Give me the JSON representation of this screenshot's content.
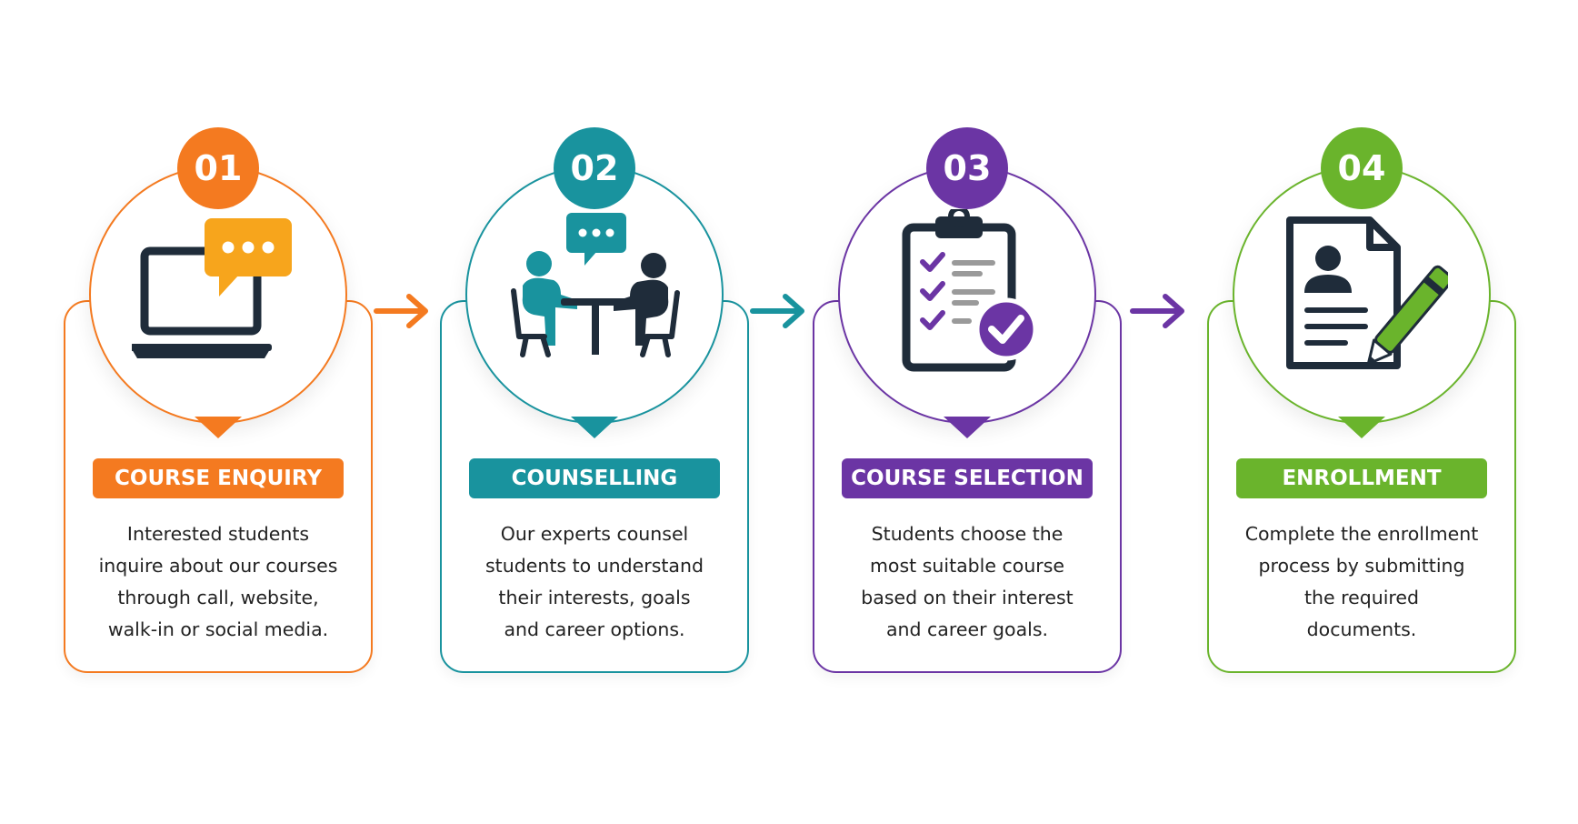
{
  "colors": {
    "step1": "#f47a20",
    "step2": "#19939e",
    "step3": "#6b35a4",
    "step4": "#6ab42c",
    "icon_dark": "#1f2c3a"
  },
  "steps": [
    {
      "number": "01",
      "title": "COURSE ENQUIRY",
      "icon": "laptop-chat-icon",
      "lines": [
        "Interested students",
        "inquire about our courses",
        "through call, website,",
        "walk-in or social media."
      ]
    },
    {
      "number": "02",
      "title": "COUNSELLING",
      "icon": "counselling-meeting-icon",
      "lines": [
        "Our experts counsel",
        "students to understand",
        "their interests, goals",
        "and career options."
      ]
    },
    {
      "number": "03",
      "title": "COURSE SELECTION",
      "icon": "checklist-clipboard-icon",
      "lines": [
        "Students choose the",
        "most suitable course",
        "based on their interest",
        "and career goals."
      ]
    },
    {
      "number": "04",
      "title": "ENROLLMENT",
      "icon": "document-signing-icon",
      "lines": [
        "Complete the enrollment",
        "process by submitting",
        "the required",
        "documents."
      ]
    }
  ],
  "connectors": [
    "arrow-right-icon",
    "arrow-right-icon",
    "arrow-right-icon"
  ]
}
